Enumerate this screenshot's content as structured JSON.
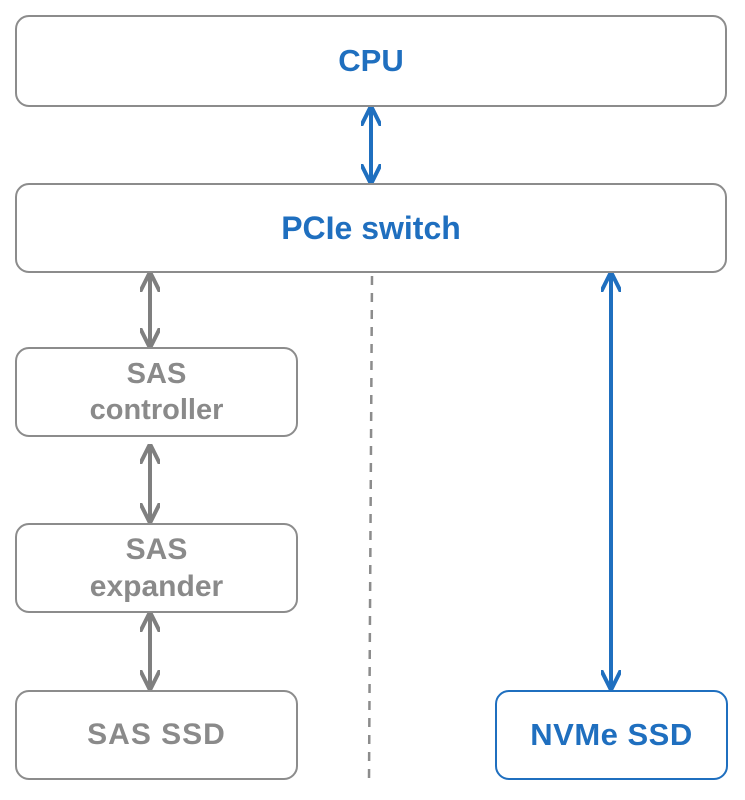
{
  "nodes": {
    "cpu": {
      "label": "CPU"
    },
    "pcie_switch": {
      "label": "PCIe switch"
    },
    "sas_controller": {
      "lines": [
        "SAS",
        "controller"
      ]
    },
    "sas_expander": {
      "lines": [
        "SAS",
        "expander"
      ]
    },
    "sas_ssd": {
      "label": "SAS SSD"
    },
    "nvme_ssd": {
      "label": "NVMe SSD"
    }
  },
  "colors": {
    "accent_blue": "#1f6fbf",
    "legacy_gray": "#8a8a8a",
    "border_gray": "#8c8c8c",
    "divider": "#8c8c8c"
  }
}
